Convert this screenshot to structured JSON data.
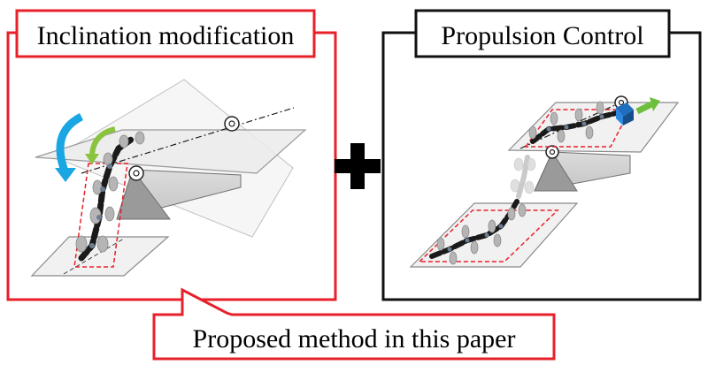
{
  "left_panel": {
    "title": "Inclination modification",
    "border_color": "#e8202a"
  },
  "right_panel": {
    "title": "Propulsion Control",
    "border_color": "#111111"
  },
  "callout": {
    "text": "Proposed method in this paper",
    "border_color": "#e8202a"
  },
  "colors": {
    "arrow_large": "#19a6e2",
    "arrow_small": "#8ac33e",
    "direction_arrow": "#6cbf3b",
    "head_block": "#1f6fc0",
    "robot_body": "#1a1a1a",
    "robot_joint": "#6a7d92",
    "wheel": "#b5b5b5",
    "highlight_box": "#e8202a",
    "plane_fill": "#f1f1f1",
    "plane_edge": "#8a8a8a"
  },
  "symbols": {
    "plus": "plus-icon",
    "rotation_axis": "rotation-axis-icon",
    "rotate_large": "rotate-arrow-large-icon",
    "rotate_small": "rotate-arrow-small-icon",
    "direction": "direction-arrow-icon"
  }
}
